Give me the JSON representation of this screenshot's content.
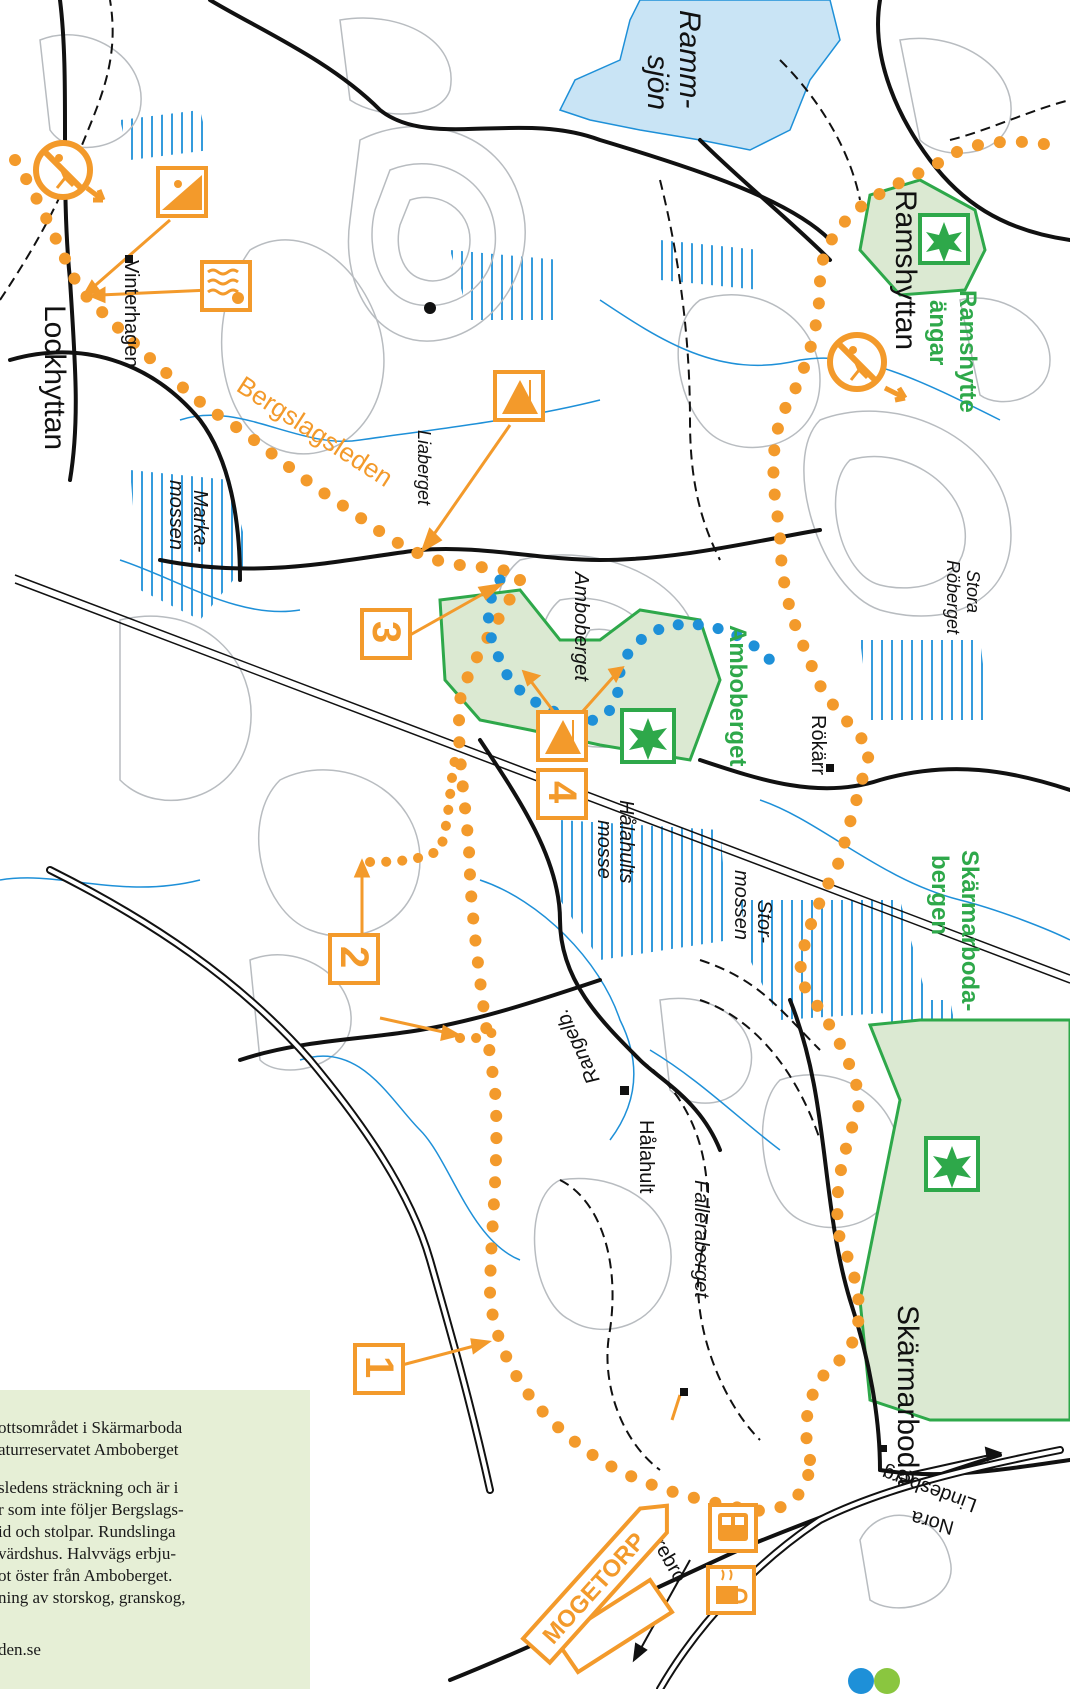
{
  "place_labels": {
    "rammsjon_1": "Ramm-",
    "rammsjon_2": "sjön",
    "ramshyttan": "Ramshyttan",
    "ramshytte_angar_1": "Ramshytte",
    "ramshytte_angar_2": "ängar",
    "lockhyttan": "Lockhyttan",
    "vinterhagen": "Vinterhagen",
    "bergslagsleden": "Bergslagsleden",
    "liaberget": "Liaberget",
    "markamossen_1": "Marka-",
    "markamossen_2": "mossen",
    "amboberget_peak": "Amboberget",
    "amboberget_reserve": "Amboberget",
    "stora_roberget_1": "Stora",
    "stora_roberget_2": "Röberget",
    "rokarr": "Rökärr",
    "halahults_mosse_1": "Hålahults",
    "halahults_mosse_2": "mosse",
    "stormossen_1": "Stor-",
    "stormossen_2": "mossen",
    "skarmarboda_bergen_1": "Skärmarboda-",
    "skarmarboda_bergen_2": "bergen",
    "rangelb": "Rangelb.",
    "halahult": "Hålahult",
    "falleraberget": "Falleraberget",
    "skarmarboda": "Skärmarboda",
    "nora": "Nora",
    "lindesberg": "Lindesberg",
    "orebro": "Örebro",
    "mogetorp": "MOGETORP"
  },
  "markers": {
    "m1": "1",
    "m2": "2",
    "m3": "3",
    "m4": "4"
  },
  "info_box": {
    "line1": "ottsområdet i Skärmarboda",
    "line2": "aturreservatet Amboberget",
    "line3": "sledens sträckning och är i",
    "line4": "r som inte följer Bergslags-",
    "line5": "id och stolpar. Rundslinga",
    "line6": "värdshus. Halvvägs erbju-",
    "line7": "ot öster från Amboberget.",
    "line8": "ning av storskog, granskog,",
    "line9": "den.se"
  },
  "icons": [
    "hiker-icon",
    "hiker-icon",
    "ski-slope-icon",
    "swimming-icon",
    "viewpoint-icon",
    "viewpoint-icon",
    "nature-reserve-icon",
    "nature-reserve-icon",
    "nature-reserve-icon",
    "bus-icon",
    "cafe-icon",
    "parking-icon"
  ],
  "colors": {
    "trail_orange": "#f39a2b",
    "loop_blue": "#1e90d8",
    "reserve_green": "#2ea84a",
    "reserve_fill": "#dbe9d2",
    "water": "#c9e4f5",
    "water_line": "#1e90d8",
    "contour": "#b8bcc0",
    "road": "#111111",
    "info_bg": "#e6efd6"
  }
}
